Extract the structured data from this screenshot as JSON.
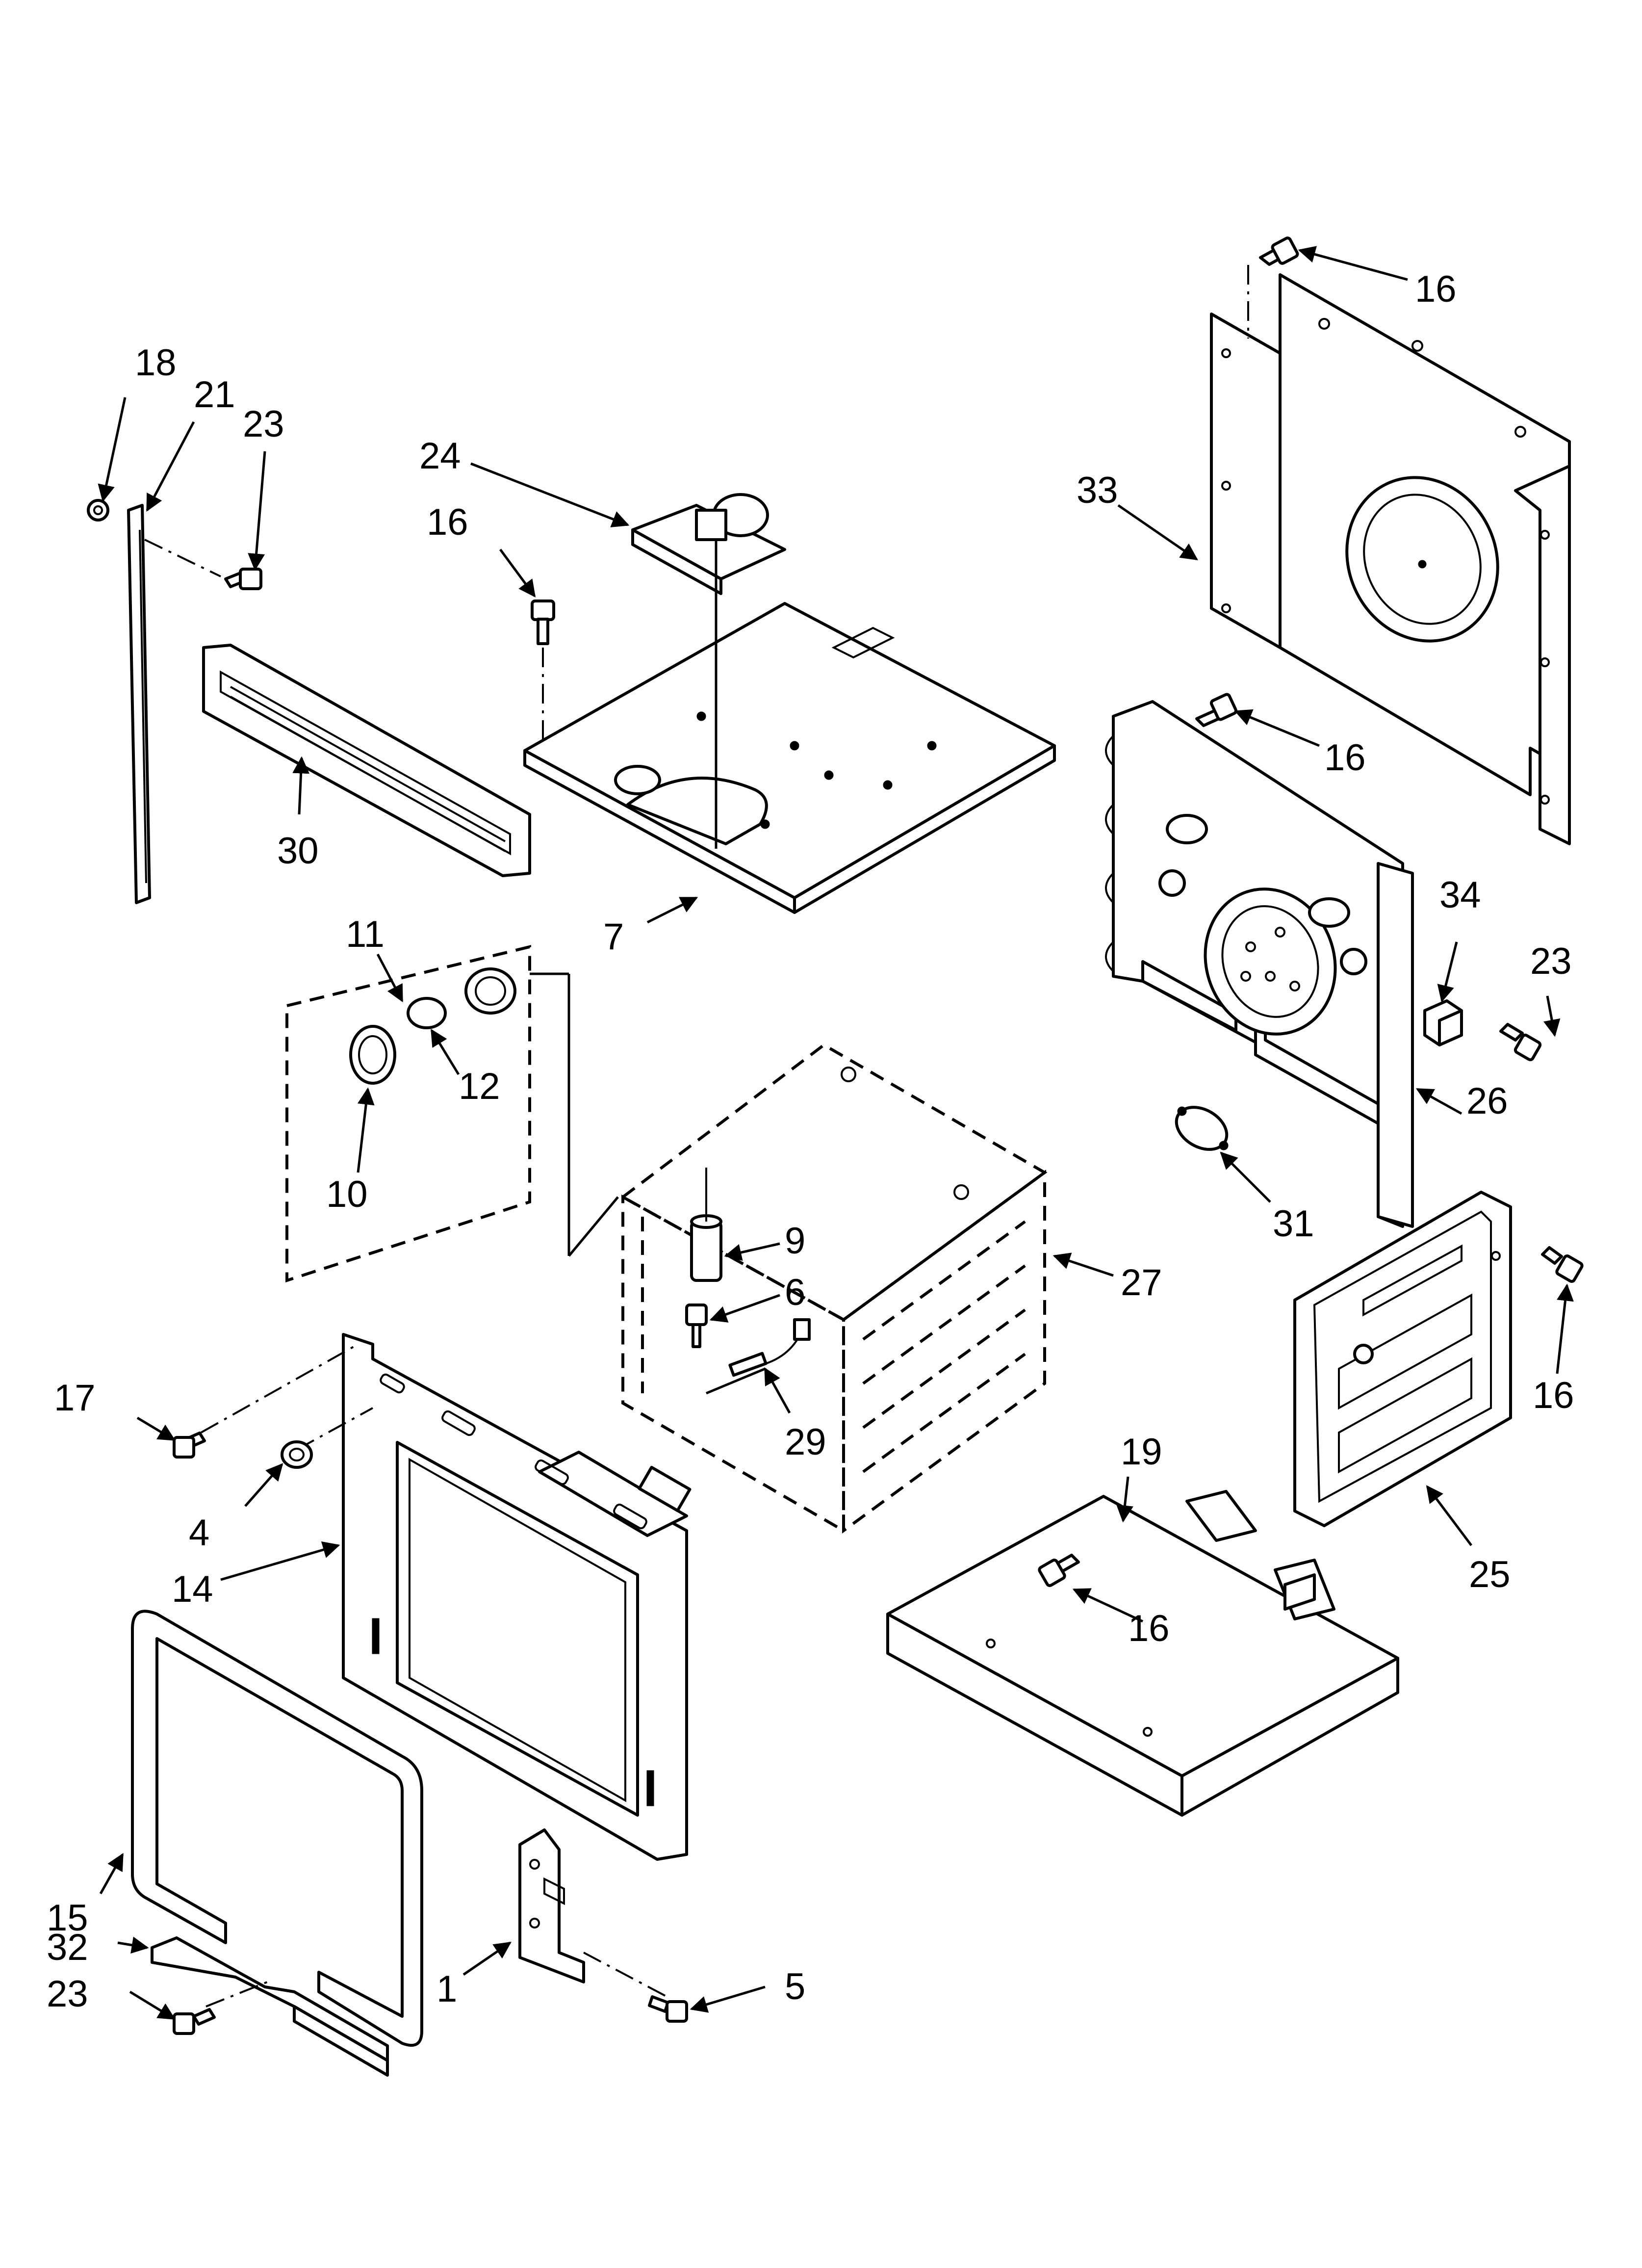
{
  "callouts": {
    "c16a": "16",
    "c33": "33",
    "c18": "18",
    "c21": "21",
    "c23a": "23",
    "c24": "24",
    "c16b": "16",
    "c30": "30",
    "c7": "7",
    "c16c": "16",
    "c11": "11",
    "c12": "12",
    "c10": "10",
    "c34": "34",
    "c23b": "23",
    "c26": "26",
    "c31": "31",
    "c9": "9",
    "c6": "6",
    "c27": "27",
    "c29": "29",
    "c17": "17",
    "c4": "4",
    "c14": "14",
    "c16d": "16",
    "c19": "19",
    "c16e": "16",
    "c25": "25",
    "c15": "15",
    "c32": "32",
    "c23c": "23",
    "c1": "1",
    "c5": "5"
  }
}
